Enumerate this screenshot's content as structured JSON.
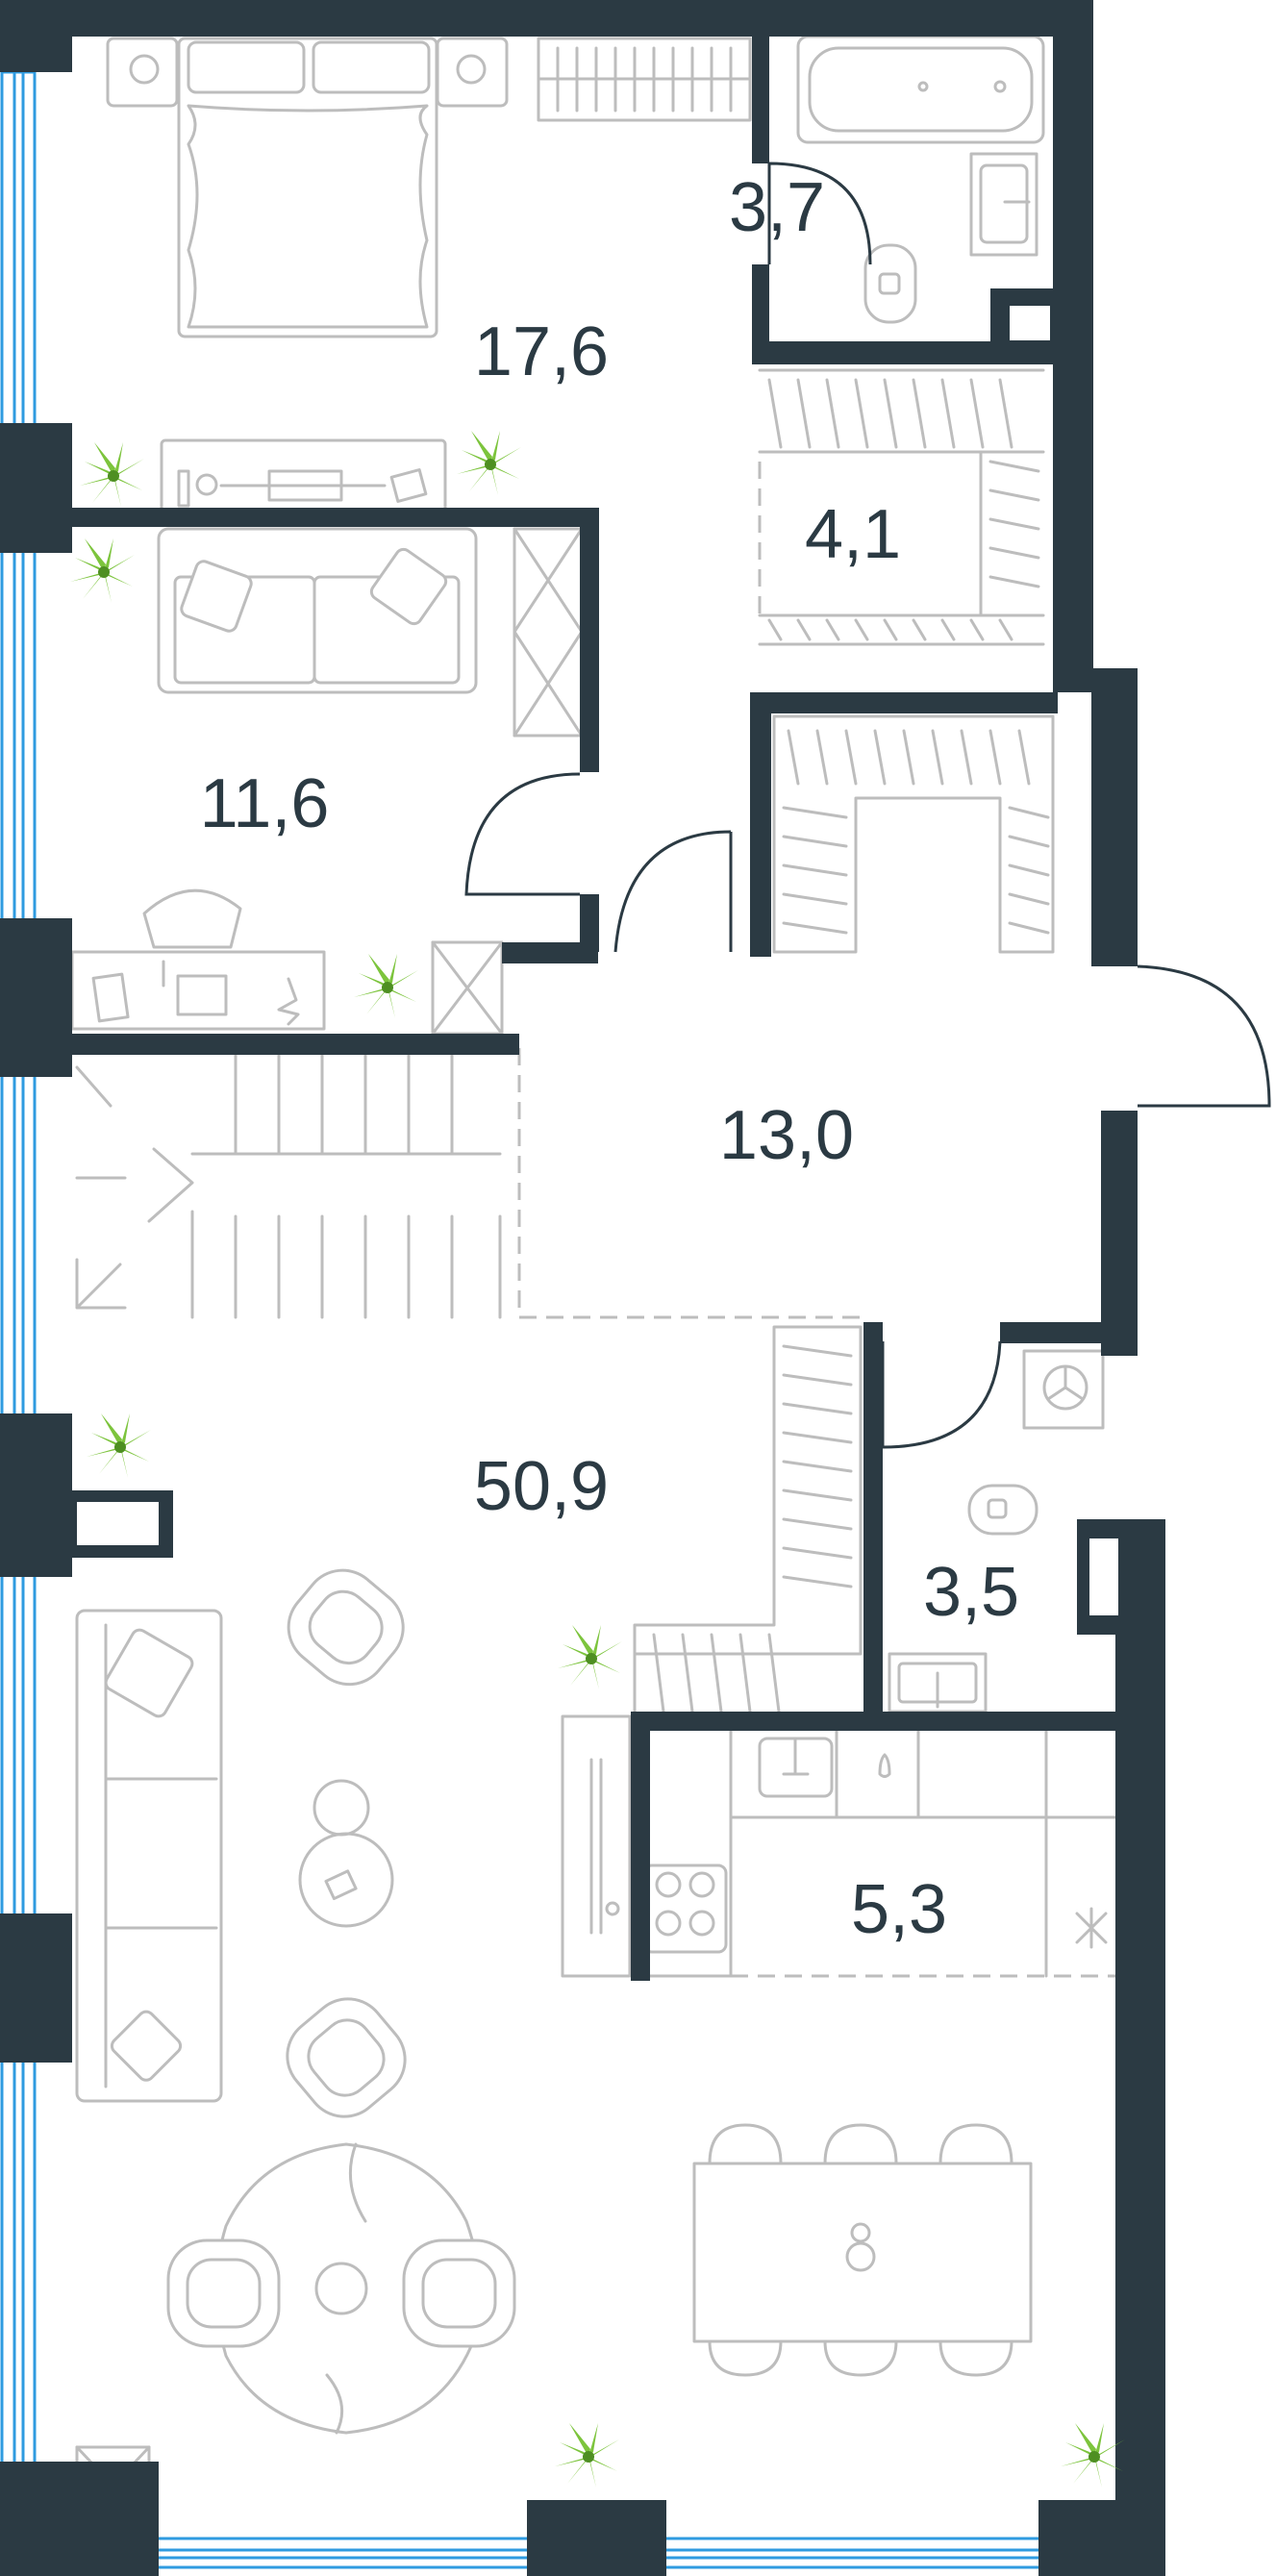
{
  "rooms": [
    {
      "id": "bedroom",
      "area": "17,6"
    },
    {
      "id": "bathroom",
      "area": "3,7"
    },
    {
      "id": "wardrobe",
      "area": "4,1"
    },
    {
      "id": "study",
      "area": "11,6"
    },
    {
      "id": "hall",
      "area": "13,0"
    },
    {
      "id": "living",
      "area": "50,9"
    },
    {
      "id": "wc",
      "area": "3,5"
    },
    {
      "id": "kitchen",
      "area": "5,3"
    }
  ],
  "colors": {
    "wall": "#2b3a43",
    "window": "#2f9be0",
    "furniture": "#bdbdbd",
    "plant": "#7cc43c",
    "label": "#2b3a43"
  }
}
